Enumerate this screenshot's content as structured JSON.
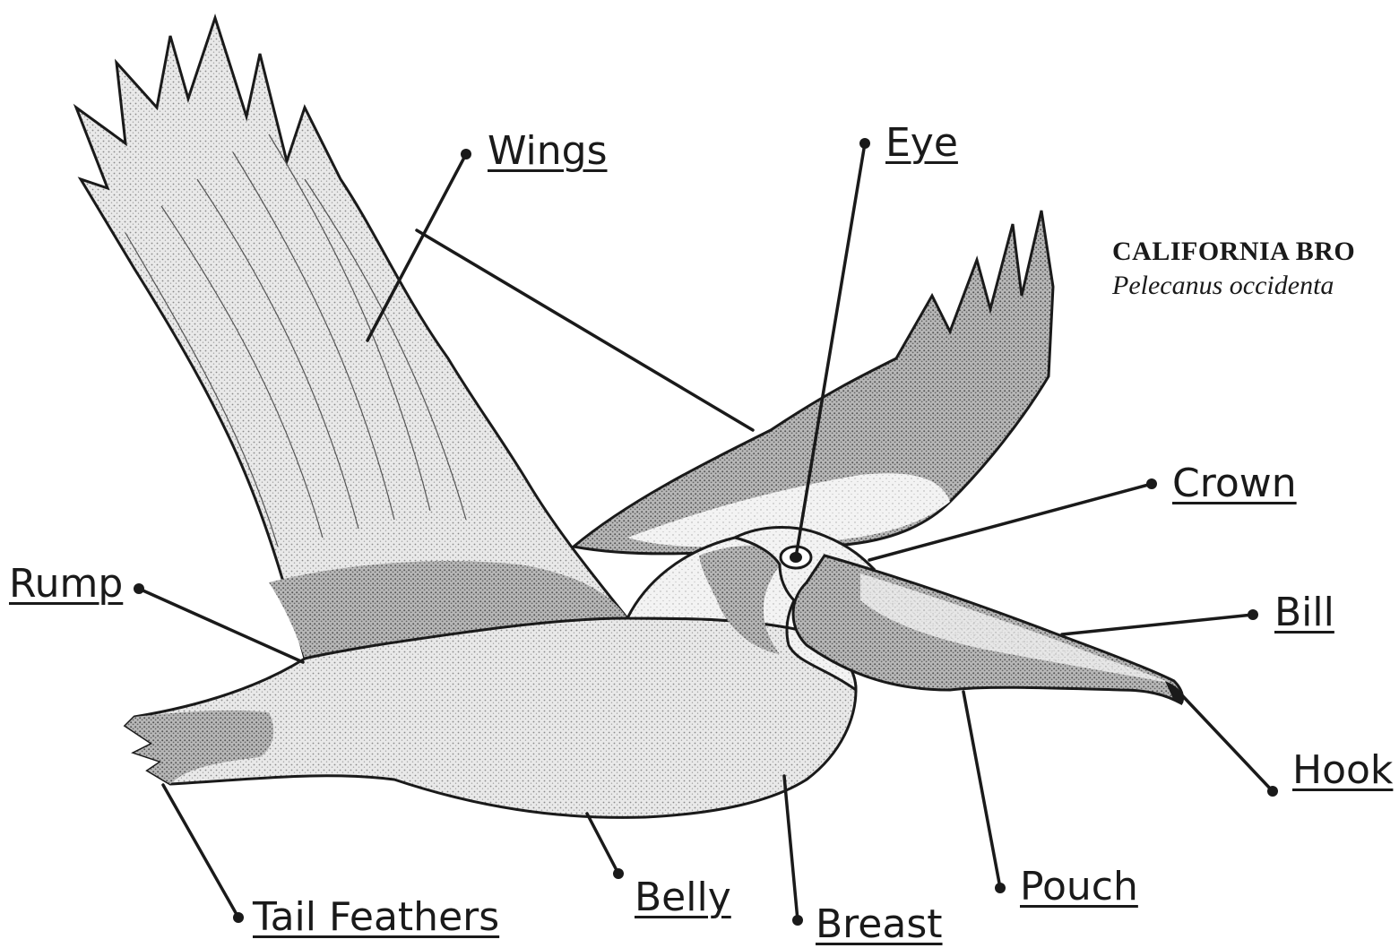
{
  "title": {
    "common_name": "CALIFORNIA BRO",
    "scientific_name": "Pelecanus occidenta"
  },
  "labels": {
    "wings": "Wings",
    "eye": "Eye",
    "crown": "Crown",
    "bill": "Bill",
    "hook": "Hook",
    "pouch": "Pouch",
    "breast": "Breast",
    "belly": "Belly",
    "tail_feathers": "Tail Feathers",
    "rump": "Rump"
  },
  "colors": {
    "ink": "#1a1a1a",
    "body_shade": "#e6e6e6",
    "wing_shade": "#bdbdbd",
    "dark_shade": "#6e6e6e"
  }
}
